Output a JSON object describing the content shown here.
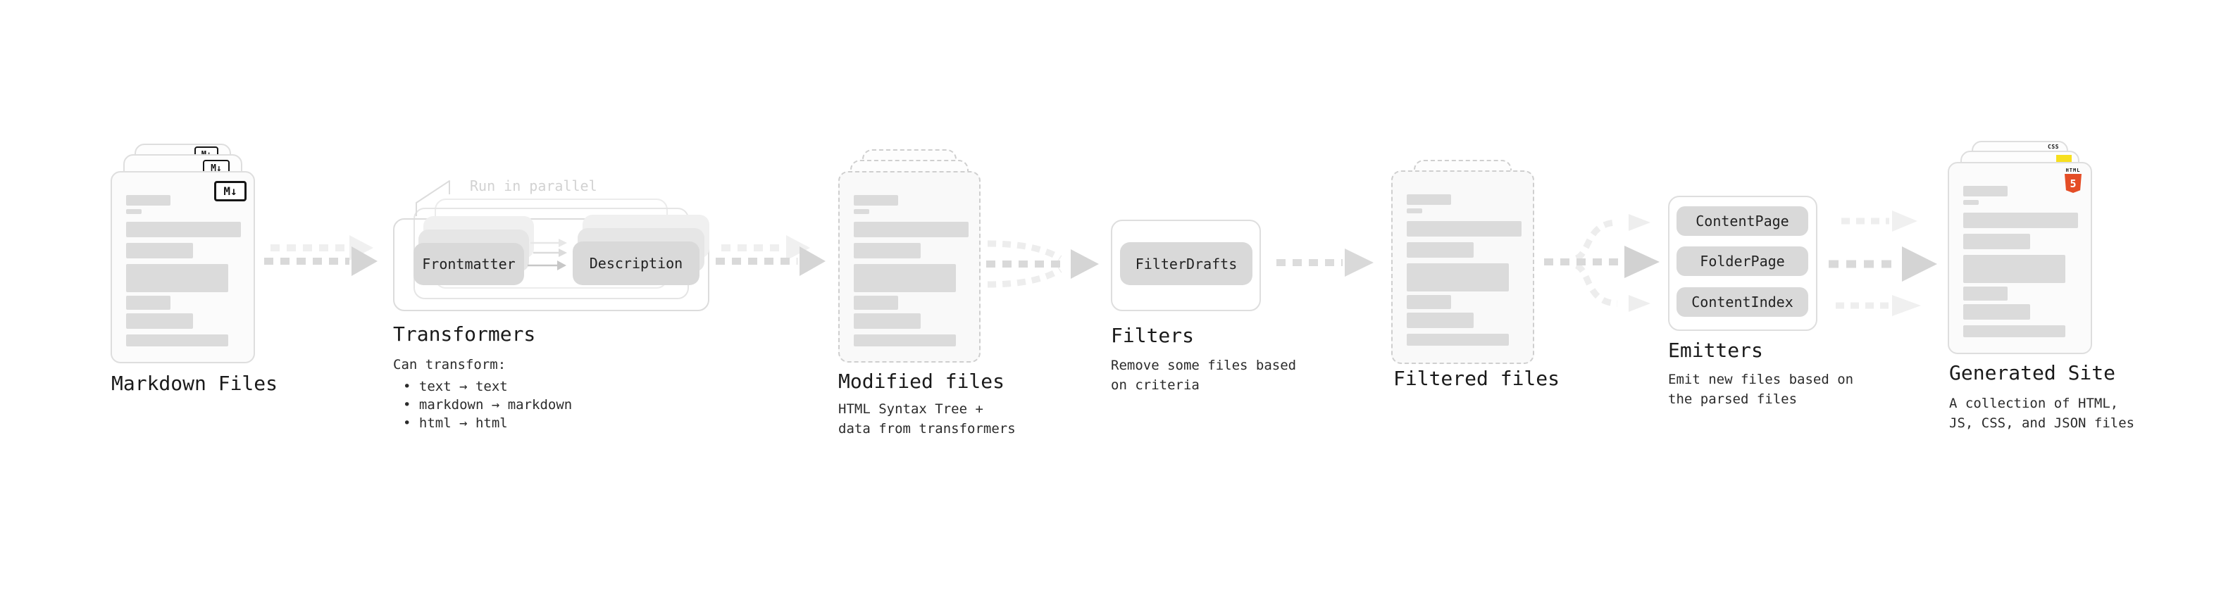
{
  "diagram": {
    "markdown_files": {
      "title": "Markdown Files",
      "badge": "M↓"
    },
    "transformers": {
      "title": "Transformers",
      "parallel_label": "Run in parallel",
      "left_button": "Frontmatter",
      "right_button": "Description",
      "caption_heading": "Can transform:",
      "bullets": [
        "• text → text",
        "• markdown → markdown",
        "• html → html"
      ]
    },
    "modified_files": {
      "title": "Modified files",
      "caption": "HTML Syntax Tree +\ndata from transformers"
    },
    "filters": {
      "title": "Filters",
      "button": "FilterDrafts",
      "caption": "Remove some files based\non criteria"
    },
    "filtered_files": {
      "title": "Filtered files"
    },
    "emitters": {
      "title": "Emitters",
      "buttons": [
        "ContentPage",
        "FolderPage",
        "ContentIndex"
      ],
      "caption": "Emit new files based on\nthe parsed files"
    },
    "generated_site": {
      "title": "Generated Site",
      "caption": "A collection of HTML,\nJS, CSS, and JSON files",
      "badges": {
        "html_label": "HTML",
        "html_number": "5",
        "css_label": "CSS"
      }
    }
  },
  "colors": {
    "html5_orange": "#e44d26",
    "js_yellow": "#f7df1e",
    "css_blue": "#2d63e8",
    "arrow_gray": "#d9d9d9",
    "arrow_light": "#efefef"
  }
}
